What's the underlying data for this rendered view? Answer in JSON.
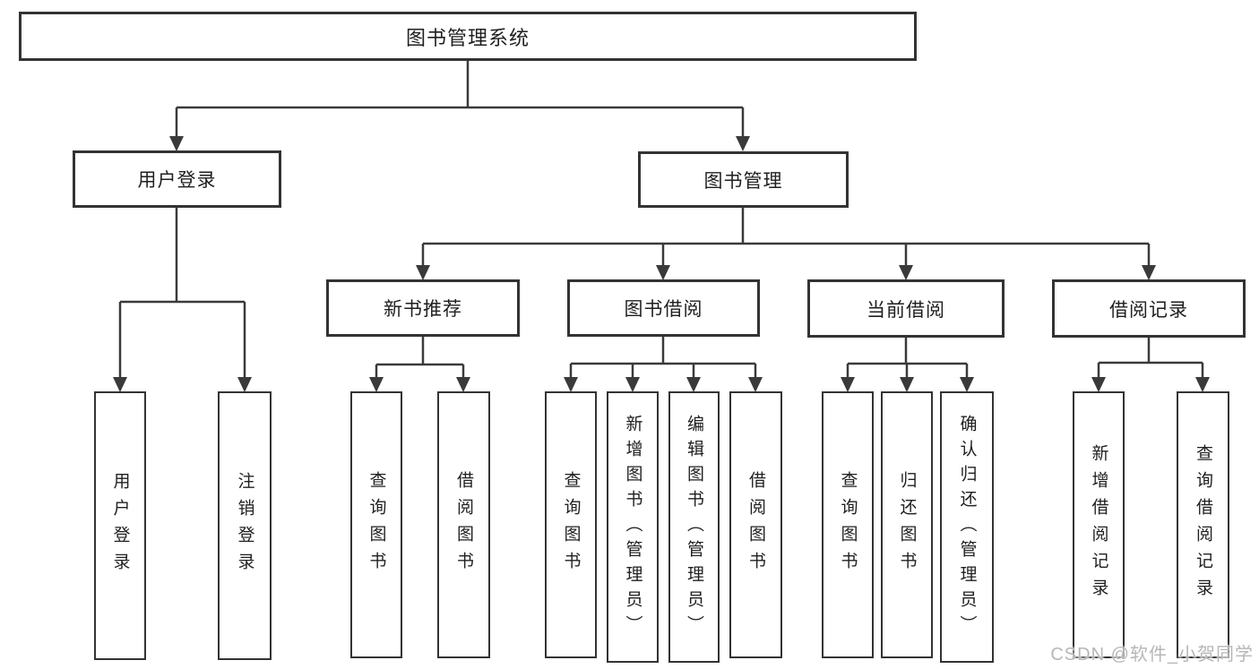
{
  "tree": {
    "label": "图书管理系统",
    "children": [
      {
        "label": "用户登录",
        "children": [
          {
            "label": "用户登录"
          },
          {
            "label": "注销登录"
          }
        ]
      },
      {
        "label": "图书管理",
        "children": [
          {
            "label": "新书推荐",
            "children": [
              {
                "label": "查询图书"
              },
              {
                "label": "借阅图书"
              }
            ]
          },
          {
            "label": "图书借阅",
            "children": [
              {
                "label": "查询图书"
              },
              {
                "label": "新增图书（管理员）"
              },
              {
                "label": "编辑图书（管理员）"
              },
              {
                "label": "借阅图书"
              }
            ]
          },
          {
            "label": "当前借阅",
            "children": [
              {
                "label": "查询图书"
              },
              {
                "label": "归还图书"
              },
              {
                "label": "确认归还（管理员）"
              }
            ]
          },
          {
            "label": "借阅记录",
            "children": [
              {
                "label": "新增借阅记录"
              },
              {
                "label": "查询借阅记录"
              }
            ]
          }
        ]
      }
    ]
  },
  "watermark": {
    "text": "CSDN @软件_小贺同学"
  },
  "colors": {
    "line": "#3a3a3a",
    "box_border": "#333333",
    "text": "#1f1f1f",
    "watermark": "#b7b7b7",
    "background": "#ffffff"
  }
}
